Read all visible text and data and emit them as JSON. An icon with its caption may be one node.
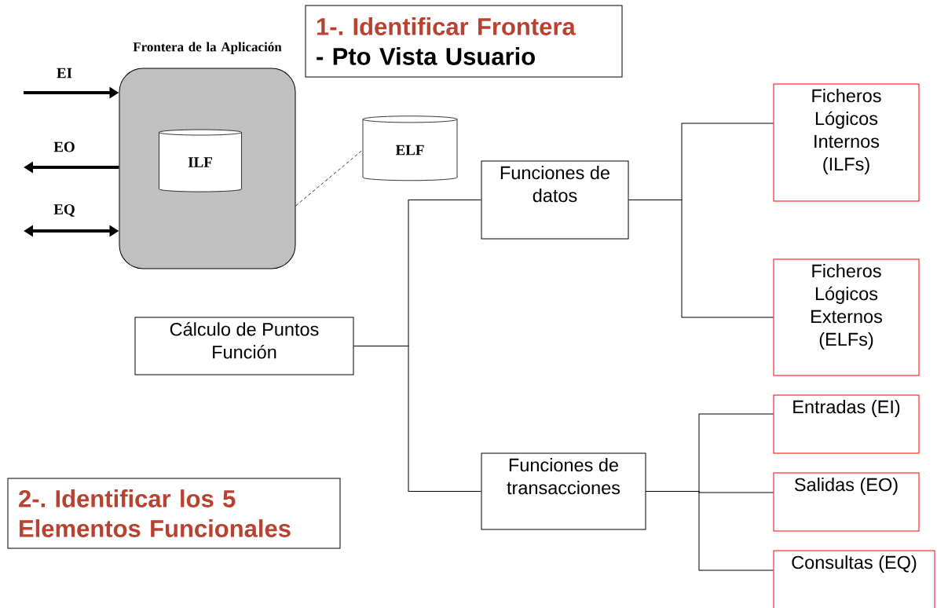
{
  "diagram": {
    "nodes": [
      {
        "text": [
          "Frontera de la Aplicación"
        ]
      },
      {
        "text": [
          "ILF"
        ],
        "in": 0
      },
      {
        "text": [
          "ELF"
        ]
      },
      {
        "text": [
          "1-. Identificar Frontera",
          "- Pto Vista Usuario"
        ]
      },
      {
        "text": [
          "Cálculo de Puntos Función"
        ]
      },
      {
        "text": [
          "Funciones de datos"
        ]
      },
      {
        "text": [
          "Funciones de transacciones"
        ]
      },
      {
        "text": [
          "Ficheros Lógicos Internos (ILFs)"
        ]
      },
      {
        "text": [
          "Ficheros Lógicos Externos (ELFs)"
        ]
      },
      {
        "text": [
          "Entradas (EI)"
        ]
      },
      {
        "text": [
          "Salidas (EO)"
        ]
      },
      {
        "text": [
          "Consultas (EQ)"
        ]
      },
      {
        "text": [
          "2-. Identificar los 5 Elementos Funcionales"
        ]
      }
    ],
    "edges": [
      {
        "from": null,
        "to": 0,
        "arrow": "to",
        "label": "EI",
        "style": "thick"
      },
      {
        "from": 0,
        "to": null,
        "arrow": "to",
        "label": "EO",
        "style": "thick"
      },
      {
        "from": null,
        "to": 0,
        "arrow": "both",
        "label": "EQ",
        "style": "thick"
      },
      {
        "from": 0,
        "to": 2,
        "arrow": "none",
        "style": "dashed"
      },
      {
        "from": 4,
        "to": 5,
        "arrow": "none"
      },
      {
        "from": 4,
        "to": 6,
        "arrow": "none"
      },
      {
        "from": 5,
        "to": 7,
        "arrow": "none"
      },
      {
        "from": 5,
        "to": 8,
        "arrow": "none"
      },
      {
        "from": 6,
        "to": 9,
        "arrow": "none"
      },
      {
        "from": 6,
        "to": 10,
        "arrow": "none"
      },
      {
        "from": 6,
        "to": 11,
        "arrow": "none"
      }
    ]
  }
}
